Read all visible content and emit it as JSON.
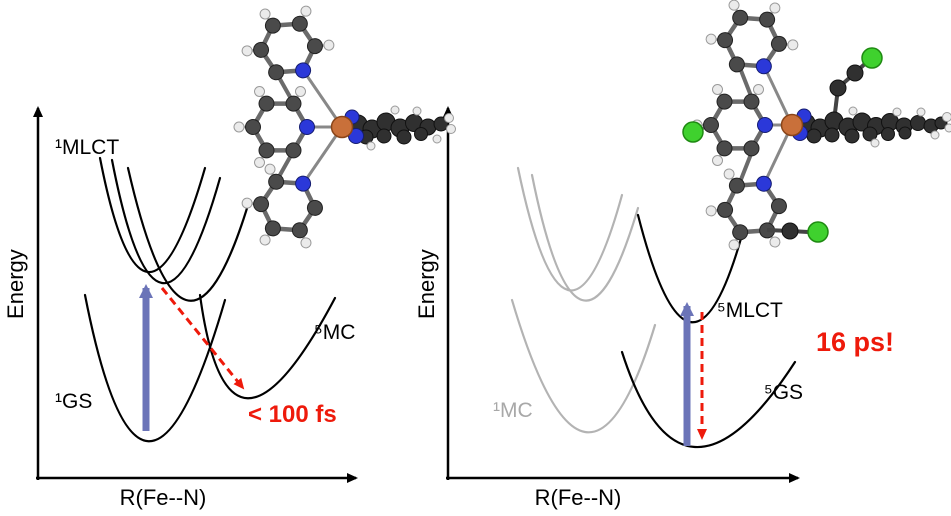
{
  "figure": {
    "left_panel": {
      "y_axis_label": "Energy",
      "x_axis_label": "R(Fe--N)",
      "state_labels": {
        "mlct": "¹MLCT",
        "gs": "¹GS",
        "mc": "⁵MC"
      },
      "timescale_annotation": "< 100 fs"
    },
    "right_panel": {
      "y_axis_label": "Energy",
      "x_axis_label": "R(Fe--N)",
      "state_labels": {
        "mlct": "⁵MLCT",
        "gs": "⁵GS",
        "mc": "¹MC"
      },
      "timescale_annotation": "16 ps!"
    }
  },
  "icons": {
    "molecule_left": "iron-polypyridine-molecule-icon",
    "molecule_right": "chloro-substituted-iron-polypyridine-molecule-icon"
  },
  "colors": {
    "curve_black": "#000000",
    "curve_gray": "#b3b3b3",
    "gray_state_label": "#a8a8a8",
    "transition_arrow_blue": "#6b74b8",
    "annotation_red": "#ee1a0b",
    "atom_carbon": "#4a4a4a",
    "atom_carbon_dark": "#303030",
    "atom_hydrogen": "#ebebeb",
    "atom_nitrogen": "#2b38d9",
    "atom_iron": "#c9703a",
    "atom_chlorine": "#3fd12e"
  }
}
